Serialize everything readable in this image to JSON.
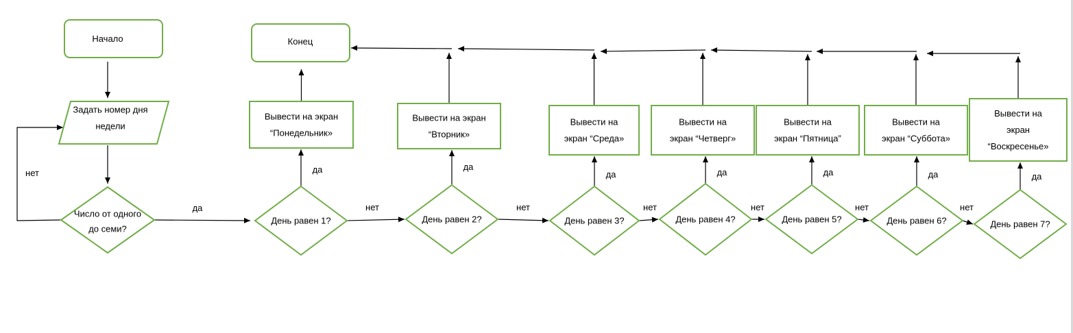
{
  "flowchart": {
    "start": "Начало",
    "end": "Конец",
    "input": [
      "Задать номер дня",
      "недели"
    ],
    "check": [
      "Число от одного",
      "до семи?"
    ],
    "labels": {
      "yes": "да",
      "no": "нет"
    },
    "days": [
      {
        "decision": "День равен 1?",
        "output": [
          "Вывести на экран",
          "“Понедельник»"
        ]
      },
      {
        "decision": "День равен 2?",
        "output": [
          "Вывести на экран",
          "“Вторник»"
        ]
      },
      {
        "decision": "День равен 3?",
        "output": [
          "Вывести на",
          "экран “Среда»"
        ]
      },
      {
        "decision": "День равен 4?",
        "output": [
          "Вывести на",
          "экран “Четверг»"
        ]
      },
      {
        "decision": "День равен 5?",
        "output": [
          "Вывести на",
          "экран “Пятница”"
        ]
      },
      {
        "decision": "День равен 6?",
        "output": [
          "Вывести на",
          "экран “Суббота»"
        ]
      },
      {
        "decision": "День равен 7?",
        "output": [
          "Вывести на",
          "экран",
          "“Воскресенье»"
        ]
      }
    ],
    "colors": {
      "shape_stroke": "#70ad47",
      "line": "#000000"
    }
  }
}
